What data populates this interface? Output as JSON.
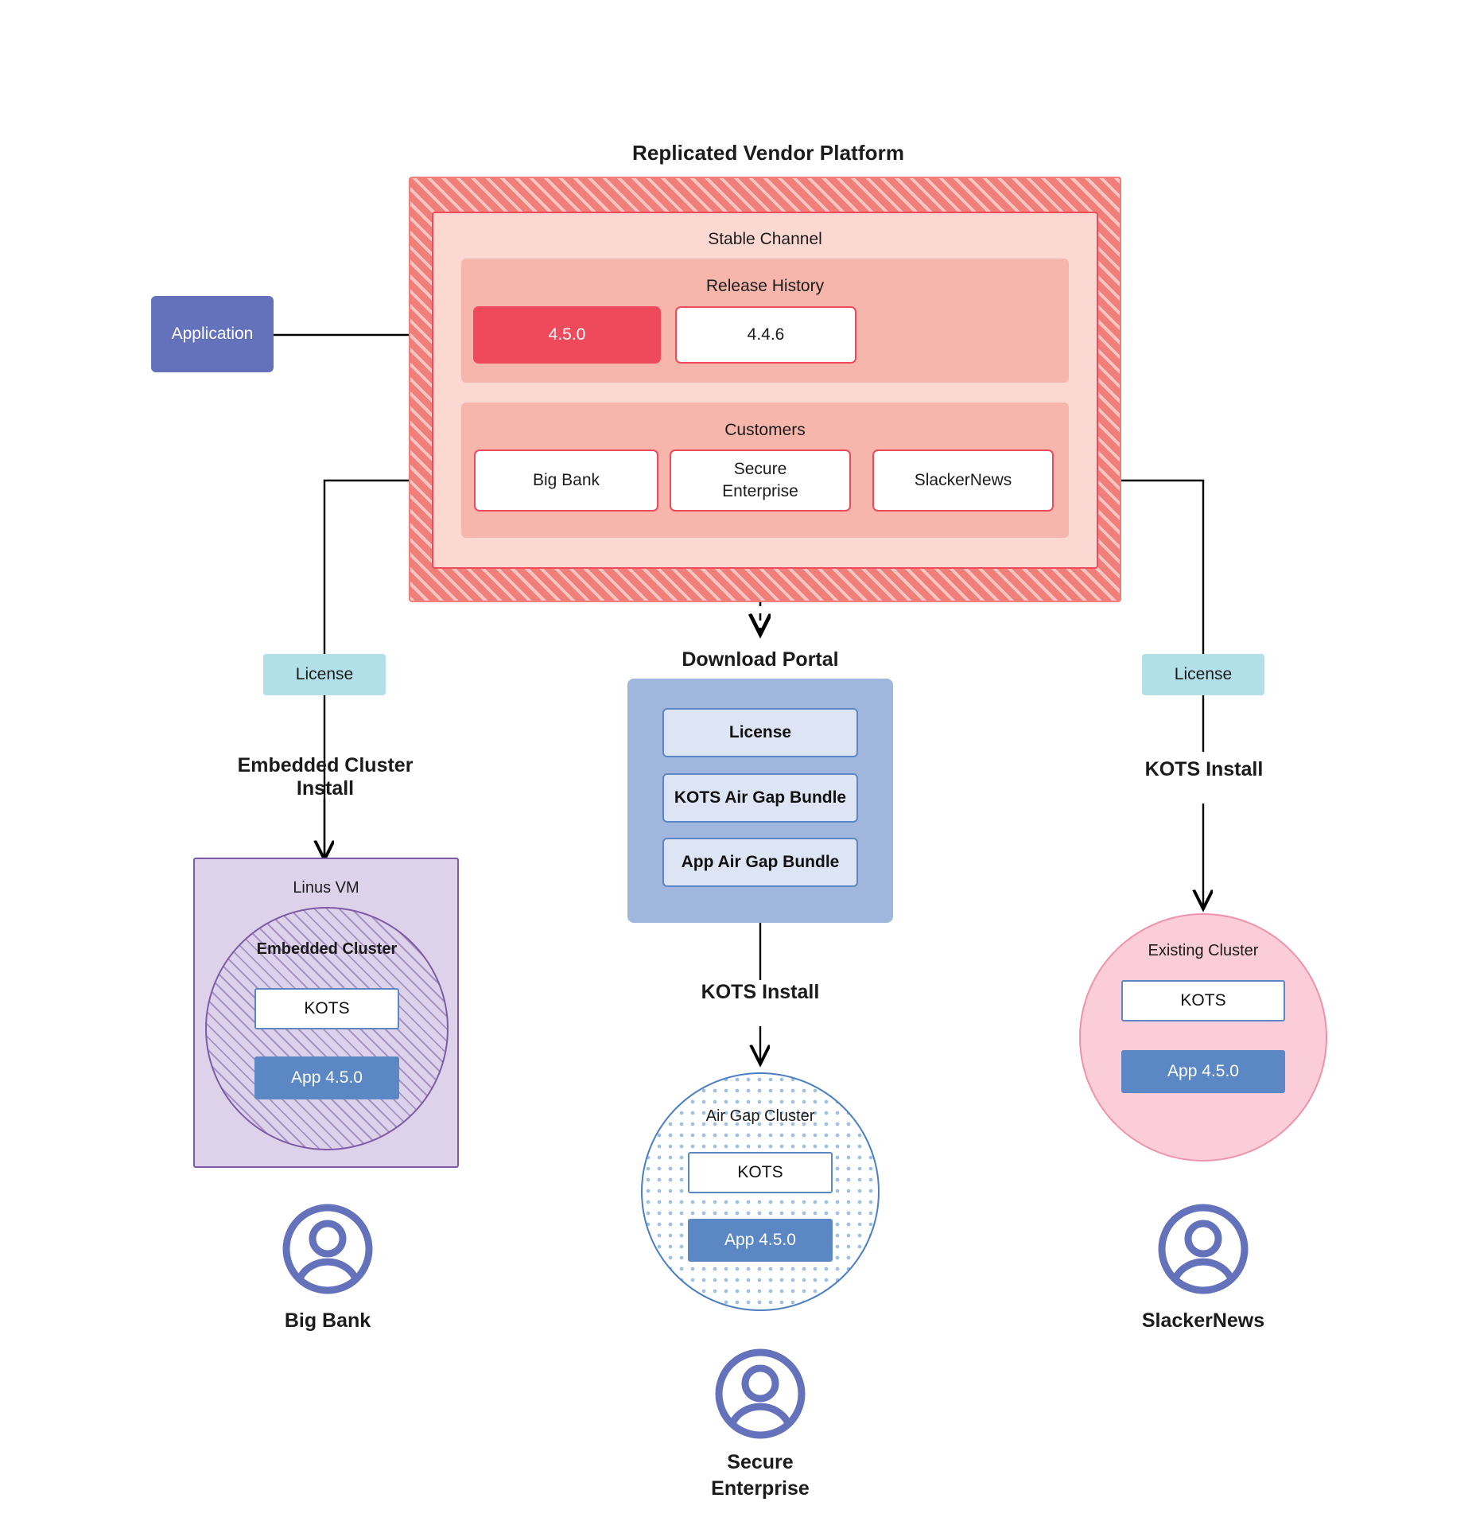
{
  "diagram": {
    "platform": {
      "title": "Replicated Vendor Platform",
      "channel_label": "Stable Channel",
      "release_history": {
        "label": "Release History",
        "releases": [
          {
            "version": "4.5.0",
            "state": "current"
          },
          {
            "version": "4.4.6",
            "state": "past"
          }
        ]
      },
      "customers": {
        "label": "Customers",
        "items": [
          {
            "name": "Big Bank"
          },
          {
            "name": "Secure\nEnterprise"
          },
          {
            "name": "SlackerNews"
          }
        ]
      }
    },
    "application_box": {
      "label": "Application"
    },
    "left_branch": {
      "license_label": "License",
      "install_label": "Embedded Cluster\nInstall",
      "vm_label": "Linus VM",
      "cluster_label": "Embedded Cluster",
      "kots_label": "KOTS",
      "app_label": "App 4.5.0",
      "customer_label": "Big Bank"
    },
    "middle_branch": {
      "portal_title": "Download  Portal",
      "portal_items": [
        {
          "label": "License"
        },
        {
          "label": "KOTS Air Gap Bundle"
        },
        {
          "label": "App Air Gap Bundle"
        }
      ],
      "install_label": "KOTS Install",
      "cluster_label": "Air Gap Cluster",
      "kots_label": "KOTS",
      "app_label": "App 4.5.0",
      "customer_label": "Secure\nEnterprise"
    },
    "right_branch": {
      "license_label": "License",
      "install_label": "KOTS Install",
      "cluster_label": "Existing Cluster",
      "kots_label": "KOTS",
      "app_label": "App 4.5.0",
      "customer_label": "SlackerNews"
    },
    "colors": {
      "platform_hatch": "#ef7f78",
      "channel_bg": "#fbd8d2",
      "subsection_bg": "#f7b6ac",
      "release_current": "#ef4a5c",
      "application_blue": "#6472bb",
      "license_teal": "#b2e0e8",
      "portal_blue": "#a0b6dd",
      "portal_item_bg": "#dde4f4",
      "vm_purple": "#ddd2ea",
      "vm_border": "#7d5ba6",
      "airgap_border": "#4a7fc1",
      "existing_pink": "#fbcdd8",
      "app_version_blue": "#5b87c4",
      "avatar_blue": "#6472bb",
      "connector": "#000000"
    }
  }
}
